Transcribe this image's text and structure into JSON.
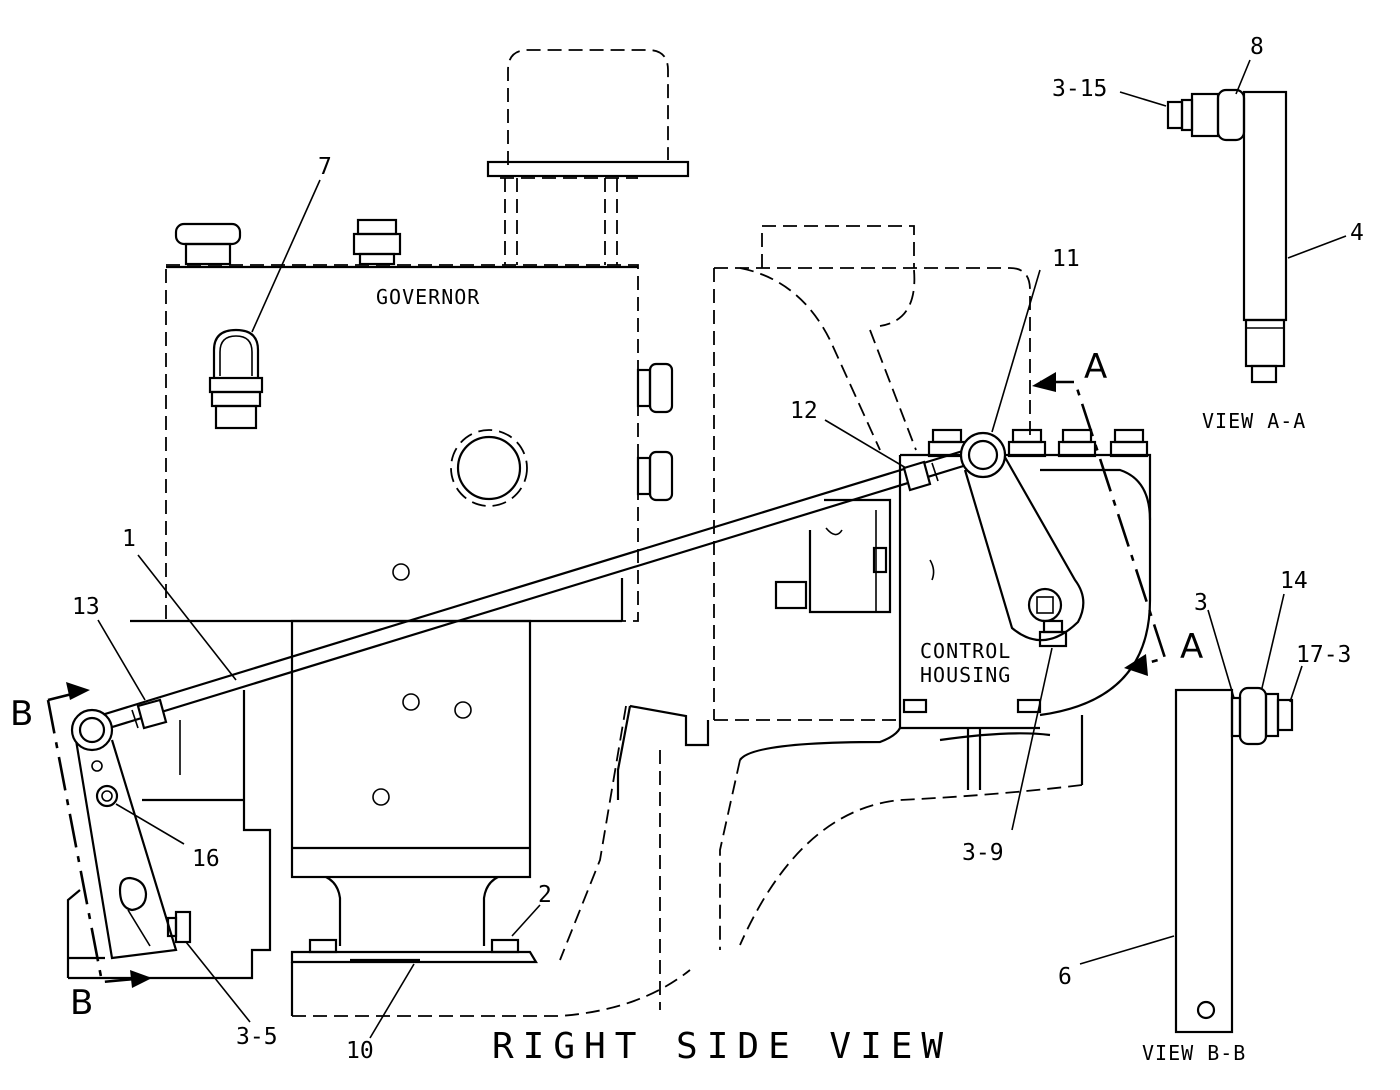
{
  "labels": {
    "governor": "GOVERNOR",
    "control_housing_1": "CONTROL",
    "control_housing_2": "HOUSING",
    "title": "RIGHT SIDE VIEW",
    "view_aa": "VIEW A-A",
    "view_bb": "VIEW B-B"
  },
  "section_markers": {
    "a_top": "A",
    "a_bottom": "A",
    "b_top": "B",
    "b_bottom": "B"
  },
  "callouts": {
    "c1": "1",
    "c2": "2",
    "c3": "3",
    "c3_5": "3-5",
    "c3_9": "3-9",
    "c3_15": "3-15",
    "c4": "4",
    "c6": "6",
    "c7": "7",
    "c8": "8",
    "c10": "10",
    "c11": "11",
    "c12": "12",
    "c13": "13",
    "c14": "14",
    "c16": "16",
    "c17_3": "17-3"
  }
}
